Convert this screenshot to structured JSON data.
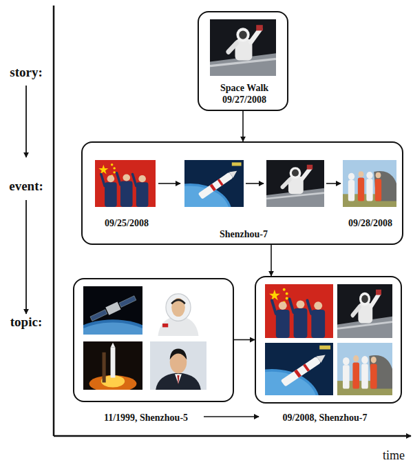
{
  "diagram": {
    "nodes": [
      {
        "text": [
          "Space Walk",
          "09/27/2008"
        ]
      },
      {
        "text": [
          "09/25/2008",
          "Shenzhou-7",
          "09/28/2008"
        ]
      },
      {
        "text": [
          "11/1999, Shenzhou-5"
        ]
      },
      {
        "text": [
          "09/2008, Shenzhou-7"
        ]
      }
    ],
    "edges": [
      {
        "from": 0,
        "to": 1,
        "arrow": "to"
      },
      {
        "from": 1,
        "to": 3,
        "arrow": "to"
      },
      {
        "from": 2,
        "to": 3,
        "arrow": "to"
      }
    ],
    "labels": [
      "story:",
      "event:",
      "topic:",
      "time"
    ]
  }
}
